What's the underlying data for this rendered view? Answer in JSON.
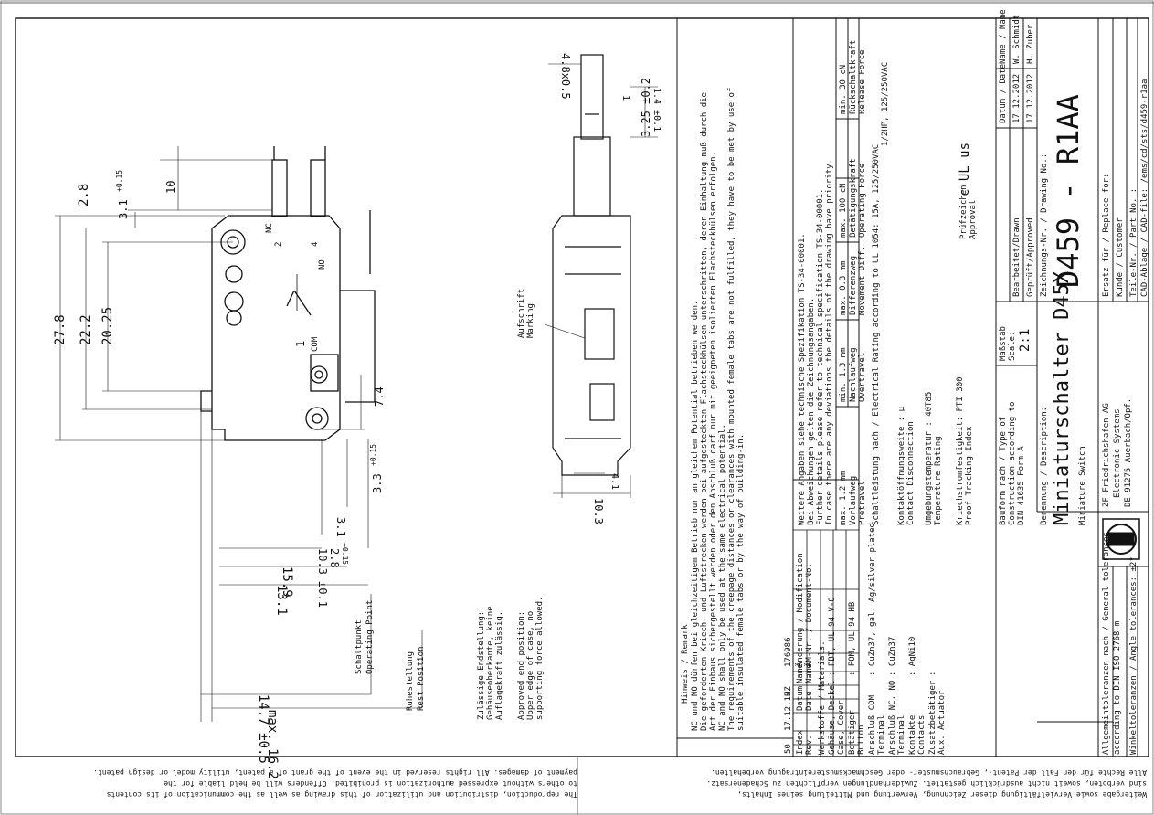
{
  "bottom_notes": {
    "left_l1": "The reproduction, distribution and utilization of this drawing as well as the communication of its contents",
    "left_l2": "to others without expressed authorization is prohibited. Offenders will be held liable for the",
    "left_l3": "payment of damages. All rights reserved in the event of the grant of a patent, utility model or design patent.",
    "right_l1": "Weitergabe sowie Vervielfältigung dieser Zeichnung, Verwertung und Mitteilung seines Inhalts,",
    "right_l2": "sind verboten, soweit nicht ausdrücklich gestattet. Zuwiderhandlungen verpflichten zu Schadenersatz.",
    "right_l3": "Alle Rechte für den Fall der Patent-, Gebrauchsmuster- oder Geschmacksmustereintragung vorbehalten."
  },
  "dims": {
    "d27_8": "27.8",
    "d22_2": "22.2",
    "d20_25": "20.25",
    "d2_8": "2.8",
    "d3_1": "3.1",
    "d3_1_tol": "+0.15",
    "d10": "10",
    "d7_4": "7.4",
    "d3_3": "3.3",
    "d3_3_tol": "+0.15",
    "d3_1b": "3.1",
    "d3_1b_tol": "+0.15",
    "d2_8b": "2.8",
    "d10_3tol": "10.3 ±0.1",
    "d15_9": "15.9",
    "d13_1": "13.1",
    "d14_7": "14.7 ±0.5",
    "dmax16_2": "max. 16.2",
    "d4_8x0_5": "4.8x0.5",
    "d1_4": "1.4 ±0.1",
    "d1": "1",
    "d3_25": "3.25 ±0.2",
    "d4_1": "4.1",
    "d10_3": "10.3"
  },
  "switch_labels": {
    "nc": "NC",
    "no": "NO",
    "com": "COM",
    "n2": "2",
    "n4": "4",
    "n1": "1"
  },
  "callouts": {
    "marking_de": "Aufschrift",
    "marking_en": "Marking",
    "operating_de": "Schaltpunkt",
    "operating_en": "Operating Point",
    "rest_de": "Ruhestellung",
    "rest_en": "Rest Position",
    "endpos_de_1": "Zulässige Endstellung:",
    "endpos_de_2": "Gehäuseoberkante, keine",
    "endpos_de_3": "Auflagekraft zulässig.",
    "endpos_en_1": "Approved end position:",
    "endpos_en_2": "Upper edge of case, no",
    "endpos_en_3": "supporting force allowed."
  },
  "notes": {
    "heading": "Hinweis / Remark",
    "l1": "NC und NO dürfen bei gleichzeitigem Betrieb nur an gleichem Potential betrieben werden.",
    "l2": "Die geforderten Kriech- und Luftstrecken werden bei aufgesteckten Flachsteckhülsen unterschritten, deren Einhaltung muß durch die",
    "l3": "Art der Einbaus sichergestellt werden oder den Anschluß darf nur mit geeigneten isolierten Flachsteckhülsen erfolgen.",
    "l4": "NC and NO shall only be used at the same electrical potential.",
    "l5": "The requirements of the creepage distances or clearances with mounted female tabs are not fulfilled, they have to be met by use of",
    "l6": "suitable insulated female tabs or by the way of building-in."
  },
  "spec_notes": {
    "l1": "Weitere Angaben siehe technische Spezifikation TS-34-00001.",
    "l2": "Bei Abweichungen gelten die Zeichnungsangaben.",
    "l3": "Further details please refer to technical specification TS-34-00001.",
    "l4": "In case there are any deviations the details of the drawing have priority."
  },
  "revision": {
    "index": "50",
    "date": "17.12.12",
    "name": "HZ",
    "doc": "176986",
    "h_index": "Index",
    "h_index_en": "Rev.",
    "h_date": "Datum",
    "h_date_en": "Date",
    "h_name": "Name",
    "h_name_en": "Name",
    "h_mod": "Änderung / Modification",
    "h_mod_en": "ÄM-Nr. / Document-No."
  },
  "materials": {
    "heading": "Werkstoffe / Materials:",
    "case_de": "Gehäuse, Deckel",
    "case_en": "Case, Cover",
    "case_val": ": PBT, UL 94 V-0",
    "btn_de": "Betätiger",
    "btn_en": "Button",
    "btn_val": ": POM, UL 94 HB",
    "com_de": "Anschluß COM",
    "com_en": "Terminal",
    "com_val": ": CuZn37, gal. Ag/silver plated",
    "nc_de": "Anschluß NC, NO",
    "nc_en": "Terminal",
    "nc_val": ": CuZn37",
    "ct_de": "Kontakte",
    "ct_en": "Contacts",
    "ct_val": ": AgNi10",
    "aux_de": "Zusatzbetätiger",
    "aux_en": "Aux. Actuator",
    "aux_val": ":"
  },
  "ratings": {
    "pre_v": "max. 1.2 mm",
    "pre_de": "Vorlaufweg",
    "pre_en": "Pretravel",
    "over_v": "min. 1.3 mm",
    "over_de": "Nachlaufweg",
    "over_en": "Overtravel",
    "diff_v": "max. 0.3 mm",
    "diff_de": "Differenzweg",
    "diff_en": "Movement Diff.",
    "op_v": "max. 100 cN",
    "op_de": "Betätigungskraft",
    "op_en": "Operating Force",
    "rel_v": "min. 30 cN",
    "rel_de": "Rückschaltkraft",
    "rel_en": "Release Force",
    "elec": "Schaltleistung nach / Electrical Rating according to UL 1054: 15A, 125/250VAC",
    "elec2": "1/2HP, 125/250VAC",
    "gap_de": "Kontaktöffnungsweite : µ",
    "gap_en": "Contact Disconnection",
    "temp_de": "Umgebungstemperatur : 40T85",
    "temp_en": "Temperature Rating",
    "cti_de": "Kriechstromfestigkeit: PTI 300",
    "cti_en": "Proof Tracking Index",
    "approval_de": "Prüfzeichen",
    "approval_en": "Approval",
    "approval_marks": "c UL us"
  },
  "title_block": {
    "norm_de": "Bauform nach / Type of",
    "norm_en": "Construction according to",
    "norm_v": "DIN 41635 Form A",
    "scale_de": "Maßstab",
    "scale_en": "Scale:",
    "scale": "2:1",
    "h_date": "Datum / Date",
    "h_name": "Name / Name",
    "drawn": "Bearbeitet/Drawn",
    "drawn_date": "17.12.2012",
    "drawn_name": "W. Schmidt",
    "approved": "Geprüft/Approved",
    "approved_date": "17.12.2012",
    "approved_name": "H. Zuber",
    "desc_label": "Benennung / Description:",
    "desc": "Miniaturschalter D45X",
    "desc_en": "Miniature Switch",
    "drawing_label": "Zeichnungs-Nr. / Drawing No.:",
    "drawing_no": "D459 - R1AA",
    "company_l1": "ZF Friedrichshafen AG",
    "company_l2": "Electronic Systems",
    "company_l3": "DE 91275 Auerbach/Opf.",
    "replace": "Ersatz für / Replace for:",
    "customer": "Kunde / Customer",
    "part": "Teile-Nr. / Part No.    :",
    "cad": "CAD-Ablage / CAD-file: /ems/cd/sts/d459-r1aa",
    "tol_l1": "Allgemeintoleranzen nach / General tolerances",
    "tol_l2": "according to DIN ISO 2768-m",
    "angle": "Winkeltoleranzen / Angle tolerances: ±2°",
    "logo": "ZF"
  },
  "colors": {
    "line": "#111111",
    "paper": "#ffffff"
  }
}
